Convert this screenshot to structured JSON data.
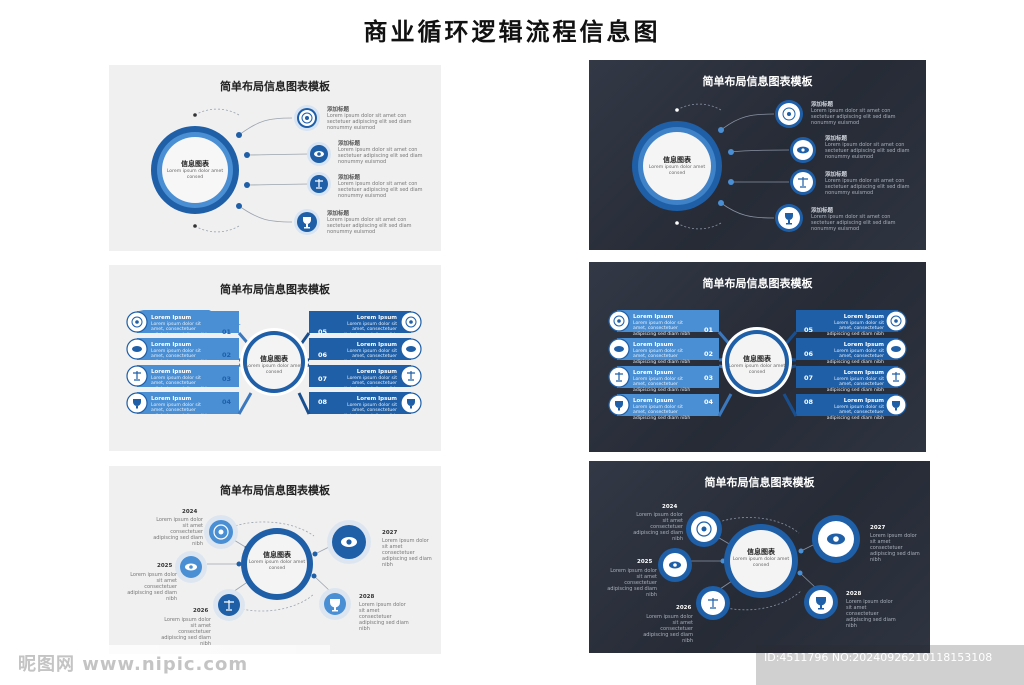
{
  "page": {
    "title": "商业循环逻辑流程信息图"
  },
  "panels": [
    {
      "title": "简单布局信息图表模板",
      "center_title": "信息图表",
      "center_text": "Lorem ipsum dolor amet consed",
      "items": [
        {
          "title": "添加标题",
          "text": "Lorem ipsum dolor sit amet con sectetuer adipiscing elit sed diam nonummy euismod",
          "icon": "target-icon"
        },
        {
          "title": "添加标题",
          "text": "Lorem ipsum dolor sit amet con sectetuer adipiscing elit sed diam nonummy euismod",
          "icon": "eye-icon"
        },
        {
          "title": "添加标题",
          "text": "Lorem ipsum dolor sit amet con sectetuer adipiscing elit sed diam nonummy euismod",
          "icon": "scales-icon"
        },
        {
          "title": "添加标题",
          "text": "Lorem ipsum dolor sit amet con sectetuer adipiscing elit sed diam nonummy euismod",
          "icon": "trophy-icon"
        }
      ]
    },
    {
      "title": "简单布局信息图表模板",
      "center_title": "信息图表",
      "center_text": "Lorem ipsum dolor amet consed",
      "items": [
        {
          "num": "01",
          "title": "Lorem Ipsum",
          "text": "Lorem ipsum dolor sit amet, consectetuer adipiscing sed diam nibh",
          "icon": "target-icon"
        },
        {
          "num": "02",
          "title": "Lorem Ipsum",
          "text": "Lorem ipsum dolor sit amet, consectetuer adipiscing sed diam nibh",
          "icon": "eye-icon"
        },
        {
          "num": "03",
          "title": "Lorem Ipsum",
          "text": "Lorem ipsum dolor sit amet, consectetuer adipiscing sed diam nibh",
          "icon": "scales-icon"
        },
        {
          "num": "04",
          "title": "Lorem Ipsum",
          "text": "Lorem ipsum dolor sit amet, consectetuer adipiscing sed diam nibh",
          "icon": "trophy-icon"
        },
        {
          "num": "05",
          "title": "Lorem Ipsum",
          "text": "Lorem ipsum dolor sit amet, consectetuer adipiscing sed diam nibh",
          "icon": "target-icon"
        },
        {
          "num": "06",
          "title": "Lorem Ipsum",
          "text": "Lorem ipsum dolor sit amet, consectetuer adipiscing sed diam nibh",
          "icon": "eye-icon"
        },
        {
          "num": "07",
          "title": "Lorem Ipsum",
          "text": "Lorem ipsum dolor sit amet, consectetuer adipiscing sed diam nibh",
          "icon": "scales-icon"
        },
        {
          "num": "08",
          "title": "Lorem Ipsum",
          "text": "Lorem ipsum dolor sit amet, consectetuer adipiscing sed diam nibh",
          "icon": "trophy-icon"
        }
      ]
    },
    {
      "title": "简单布局信息图表模板",
      "center_title": "信息图表",
      "center_text": "Lorem ipsum dolor amet consed",
      "items": [
        {
          "year": "2024",
          "text": "Lorem ipsum dolor sit amet consectetuer adipiscing sed diam nibh",
          "icon": "target-icon"
        },
        {
          "year": "2025",
          "text": "Lorem ipsum dolor sit amet consectetuer adipiscing sed diam nibh",
          "icon": "eye-icon"
        },
        {
          "year": "2026",
          "text": "Lorem ipsum dolor sit amet consectetuer adipiscing sed diam nibh",
          "icon": "scales-icon"
        },
        {
          "year": "2027",
          "text": "Lorem ipsum dolor sit amet consectetuer adipiscing sed diam nibh",
          "icon": "eye-icon"
        },
        {
          "year": "2028",
          "text": "Lorem ipsum dolor sit amet consectetuer adipiscing sed diam nibh",
          "icon": "trophy-icon"
        }
      ]
    }
  ],
  "colors": {
    "primary": "#1e5fa8",
    "light_blue": "#4a8fd4",
    "dark_bg": "#2a2f3a",
    "light_bg": "#f0f0f0"
  },
  "footer": {
    "logo": "昵图网 www.nipic.com",
    "id": "ID:4511796 NO:20240926210118153108"
  }
}
